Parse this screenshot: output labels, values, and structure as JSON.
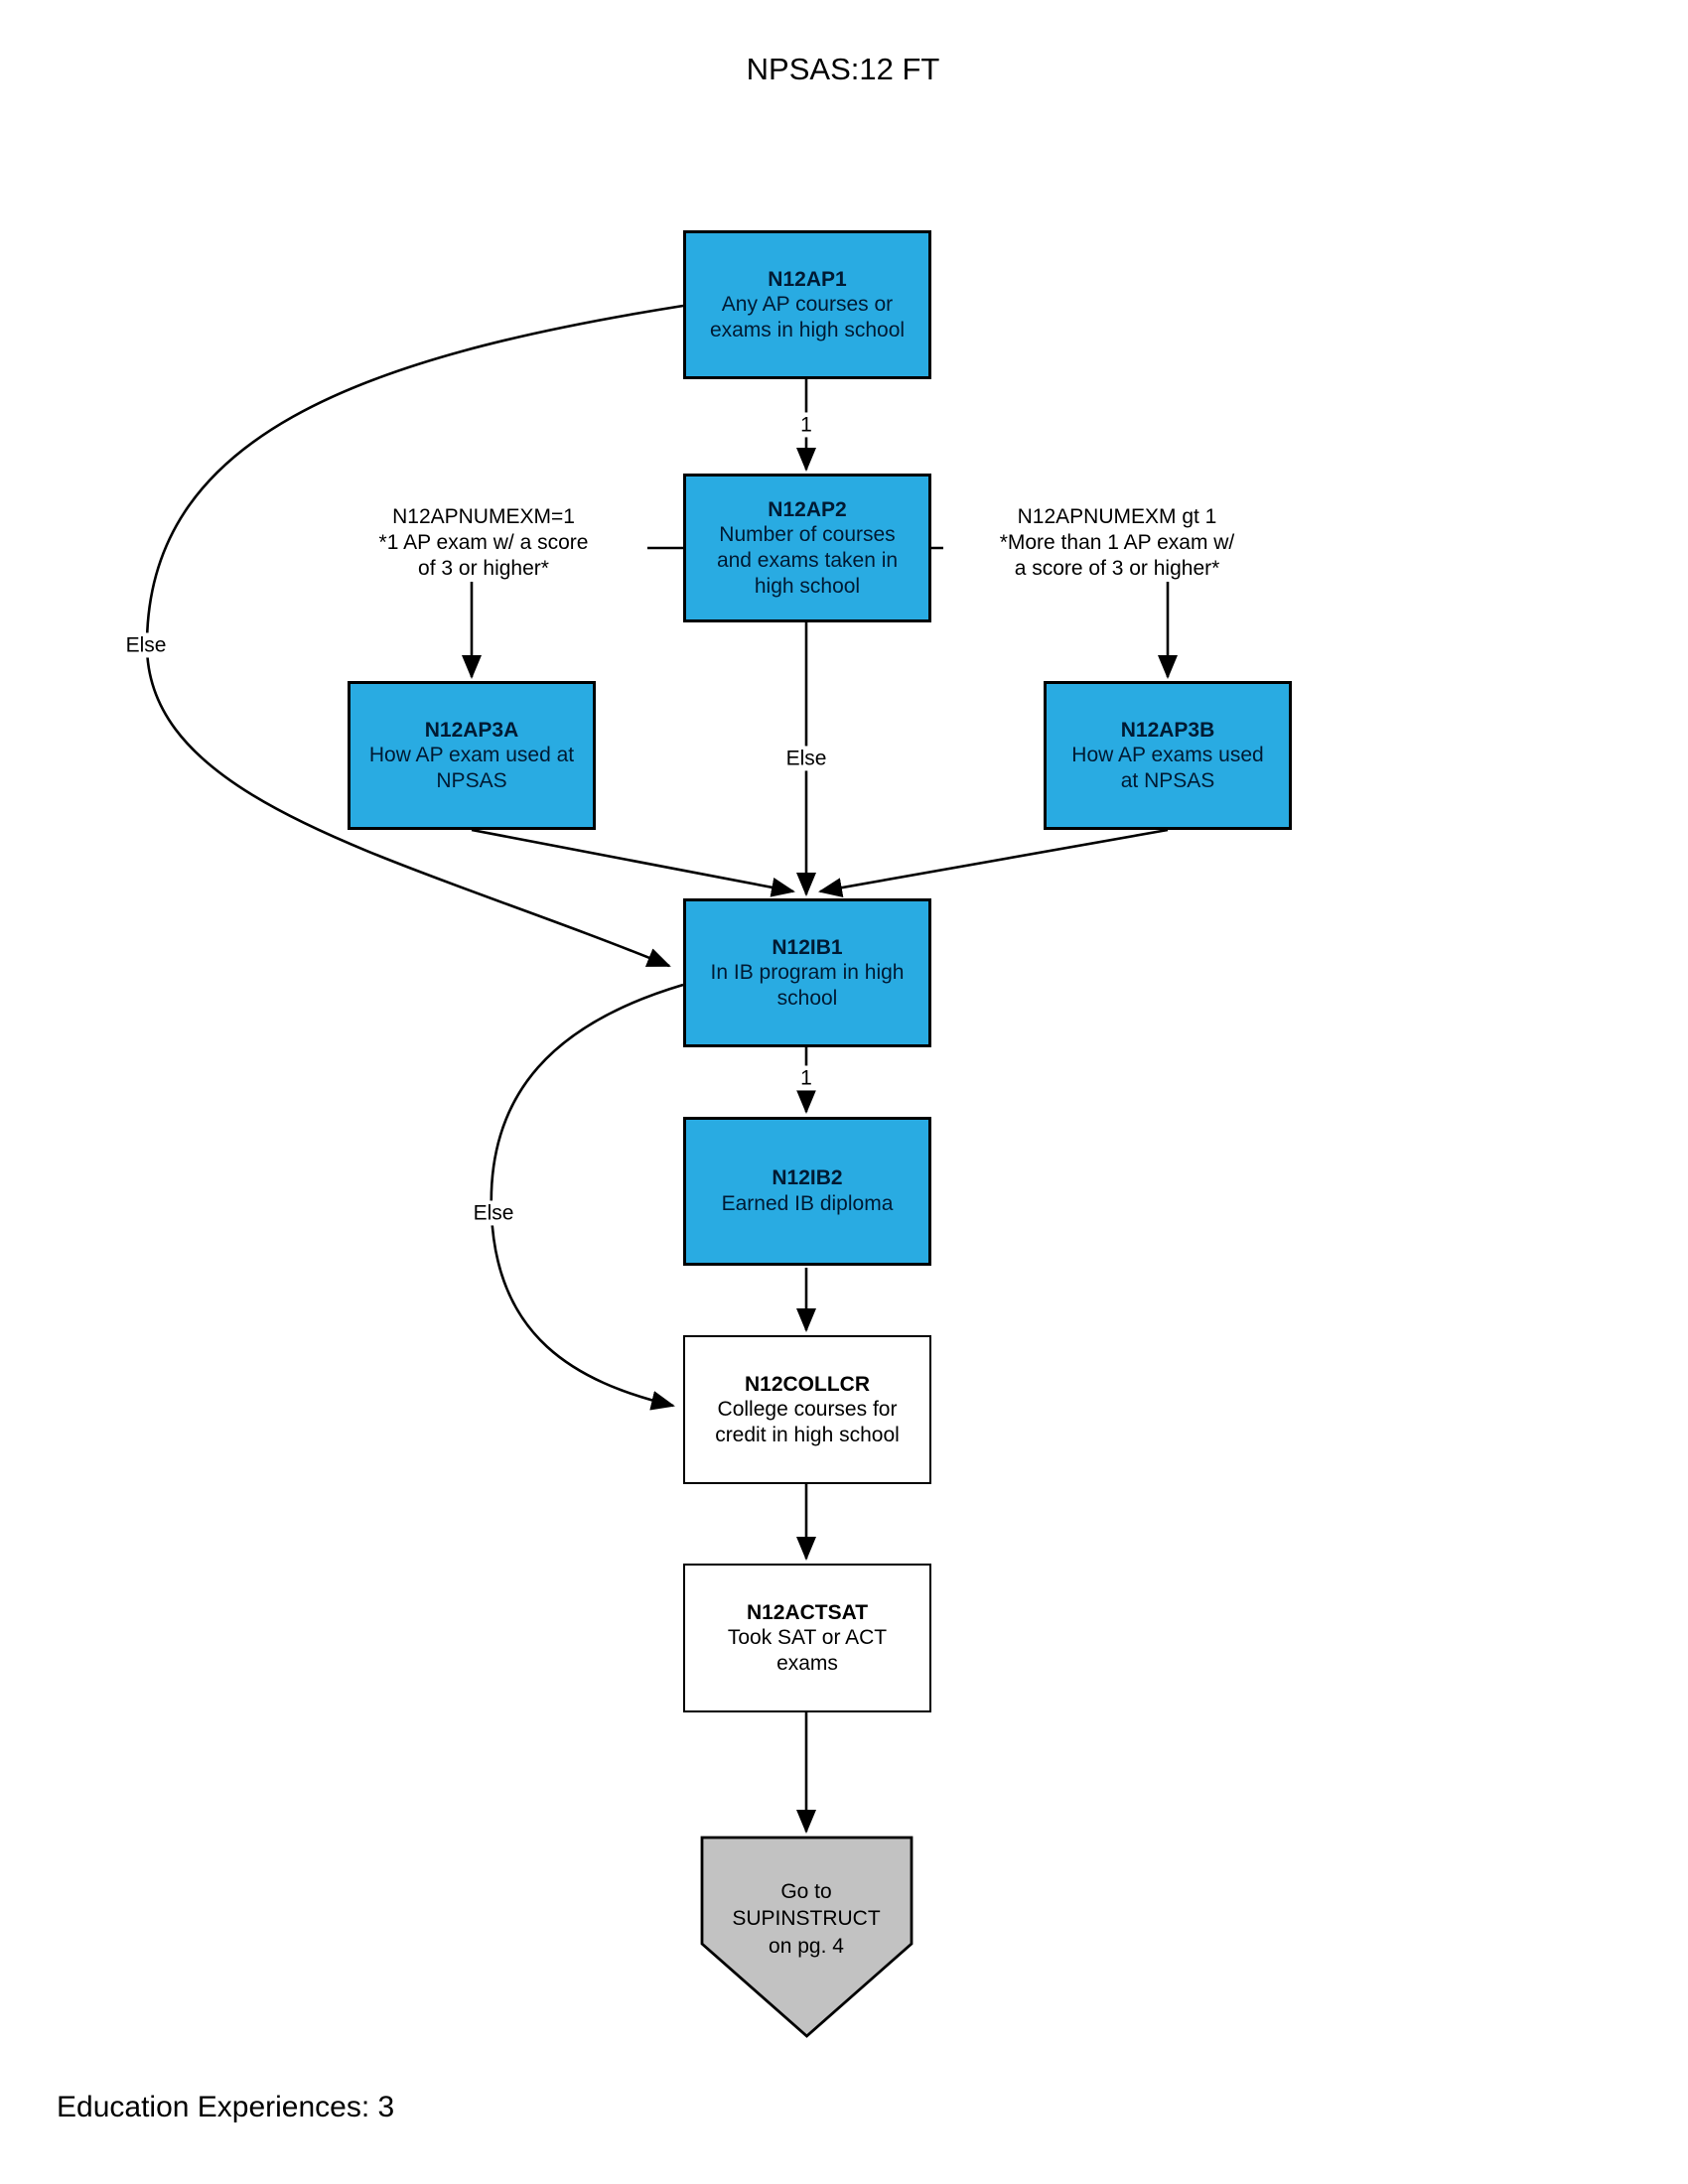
{
  "title": "NPSAS:12 FT",
  "footer": "Education Experiences: 3",
  "colors": {
    "node_fill": "#29abe2",
    "terminal_fill": "#c2c2c2",
    "line": "#000000",
    "node_text": "#001a33"
  },
  "nodes": {
    "n12ap1": {
      "code": "N12AP1",
      "lines": [
        "Any AP courses or",
        "exams  in high school"
      ]
    },
    "n12ap2": {
      "code": "N12AP2",
      "lines": [
        "Number of courses",
        "and exams taken in",
        "high school"
      ]
    },
    "n12ap3a": {
      "code": "N12AP3A",
      "lines": [
        "How AP exam used at",
        "NPSAS"
      ]
    },
    "n12ap3b": {
      "code": "N12AP3B",
      "lines": [
        "How AP exams used",
        "at NPSAS"
      ]
    },
    "n12ib1": {
      "code": "N12IB1",
      "lines": [
        "In IB program in high",
        "school"
      ]
    },
    "n12ib2": {
      "code": "N12IB2",
      "lines": [
        "Earned IB diploma"
      ]
    },
    "n12collcr": {
      "code": "N12COLLCR",
      "lines": [
        "College courses for",
        "credit in high school"
      ]
    },
    "n12actsat": {
      "code": "N12ACTSAT",
      "lines": [
        "Took SAT or ACT",
        "exams"
      ]
    }
  },
  "conditions": {
    "left": [
      "N12APNUMEXM=1",
      "*1 AP exam w/ a score",
      "of 3 or higher*"
    ],
    "right": [
      "N12APNUMEXM gt 1",
      "*More than 1 AP exam w/",
      "a score of 3 or higher*"
    ]
  },
  "edge_labels": {
    "ap1_to_ap2": "1",
    "ap2_else": "Else",
    "ap1_else": "Else",
    "ib1_to_ib2": "1",
    "ib1_else": "Else"
  },
  "terminal": {
    "lines": [
      "Go to",
      "SUPINSTRUCT",
      "on pg. 4"
    ]
  }
}
